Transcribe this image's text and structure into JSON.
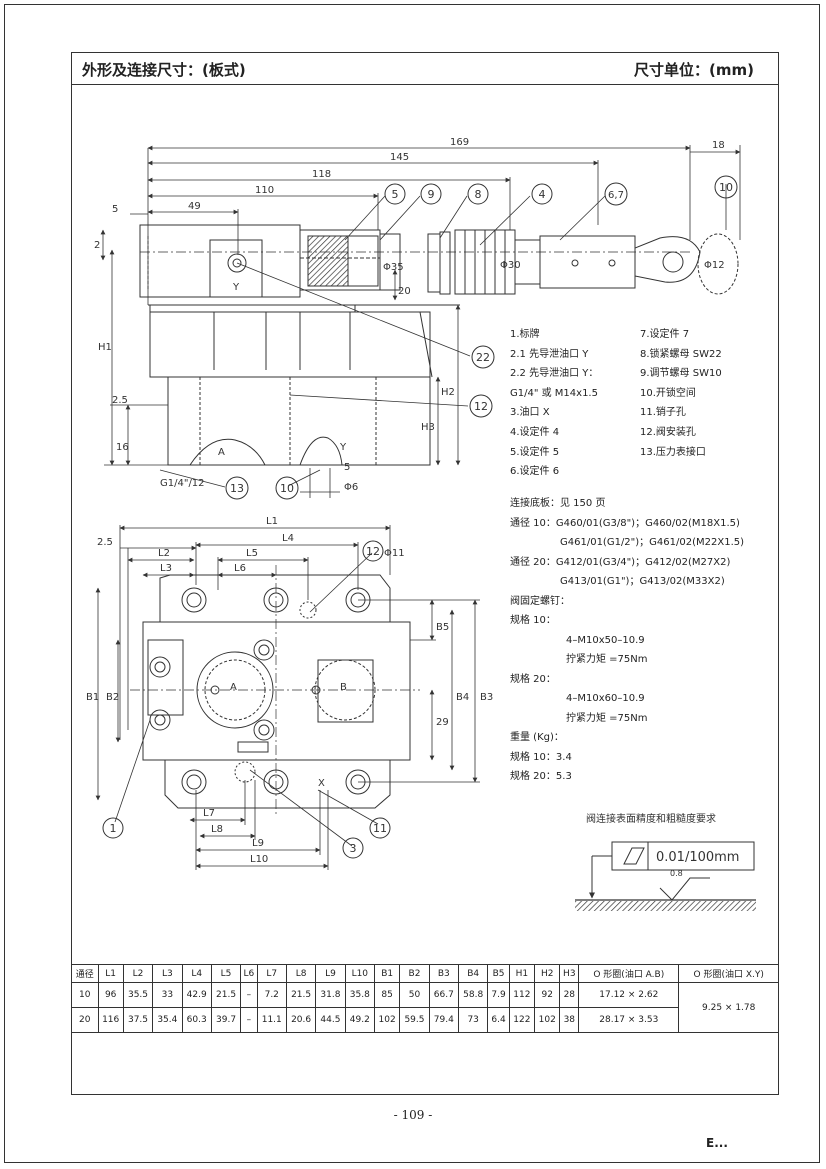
{
  "header": {
    "title": "外形及连接尺寸：(板式)",
    "unit": "尺寸单位：(mm)"
  },
  "drawing": {
    "dims_top": [
      "169",
      "145",
      "118",
      "110",
      "49",
      "5",
      "18"
    ],
    "dims_side": [
      "2",
      "H1",
      "2.5",
      "16",
      "20",
      "H2",
      "H3",
      "5",
      "Φ6"
    ],
    "dims_plan": [
      "L1",
      "L2",
      "L3",
      "L4",
      "L5",
      "L6",
      "L7",
      "L8",
      "L9",
      "L10",
      "2.5",
      "B1",
      "B2",
      "B3",
      "B4",
      "B5",
      "29"
    ],
    "diameters": [
      "Φ35",
      "Φ30",
      "Φ12",
      "Φ11"
    ],
    "port_labels": [
      "Y",
      "A",
      "Y",
      "A",
      "B",
      "X"
    ],
    "thread_label": "G1/4\"/12",
    "callouts": [
      "5",
      "9",
      "8",
      "4",
      "6,7",
      "10",
      "22",
      "12",
      "13",
      "10",
      "12",
      "1",
      "3",
      "11"
    ]
  },
  "legend": {
    "left": [
      "1.标牌",
      "2.1 先导泄油口 Y",
      "2.2 先导泄油口 Y：",
      "G1/4\" 或 M14x1.5",
      "3.油口 X",
      "4.设定件 4",
      "5.设定件 5",
      "6.设定件 6"
    ],
    "right": [
      "7.设定件 7",
      "8.锁紧螺母 SW22",
      "9.调节螺母 SW10",
      "10.开锁空间",
      "11.销子孔",
      "12.阀安装孔",
      "13.压力表接口"
    ]
  },
  "info": {
    "base_plate": "连接底板：见 150 页",
    "bore10_label": "通径 10：",
    "bore10_a": "G460/01(G3/8\")；G460/02(M18X1.5)",
    "bore10_b": "G461/01(G1/2\")；G461/02(M22X1.5)",
    "bore20_label": "通径 20：",
    "bore20_a": "G412/01(G3/4\")；G412/02(M27X2)",
    "bore20_b": "G413/01(G1\")；G413/02(M33X2)",
    "screws_title": "阀固定螺钉：",
    "spec10": "规格 10：",
    "spec10_screw": "4–M10x50–10.9",
    "spec10_torque": "拧紧力矩 =75Nm",
    "spec20": "规格 20：",
    "spec20_screw": "4–M10x60–10.9",
    "spec20_torque": "拧紧力矩 =75Nm",
    "weight_title": "重量 (Kg)：",
    "weight10": "规格 10：3.4",
    "weight20": "规格 20：5.3"
  },
  "surface": {
    "title": "阀连接表面精度和粗糙度要求",
    "flatness": "0.01/100mm",
    "roughness": "0.8"
  },
  "table": {
    "headers": [
      "通径",
      "L1",
      "L2",
      "L3",
      "L4",
      "L5",
      "L6",
      "L7",
      "L8",
      "L9",
      "L10",
      "B1",
      "B2",
      "B3",
      "B4",
      "B5",
      "H1",
      "H2",
      "H3",
      "O 形圈(油口 A.B)",
      "O 形圈(油口 X.Y)"
    ],
    "rows": [
      [
        "10",
        "96",
        "35.5",
        "33",
        "42.9",
        "21.5",
        "–",
        "7.2",
        "21.5",
        "31.8",
        "35.8",
        "85",
        "50",
        "66.7",
        "58.8",
        "7.9",
        "112",
        "92",
        "28",
        "17.12 × 2.62"
      ],
      [
        "20",
        "116",
        "37.5",
        "35.4",
        "60.3",
        "39.7",
        "–",
        "11.1",
        "20.6",
        "44.5",
        "49.2",
        "102",
        "59.5",
        "79.4",
        "73",
        "6.4",
        "122",
        "102",
        "38",
        "28.17 × 3.53"
      ]
    ],
    "oring_xy": "9.25 × 1.78"
  },
  "footer": {
    "page": "- 109 -",
    "mark": "E..."
  }
}
